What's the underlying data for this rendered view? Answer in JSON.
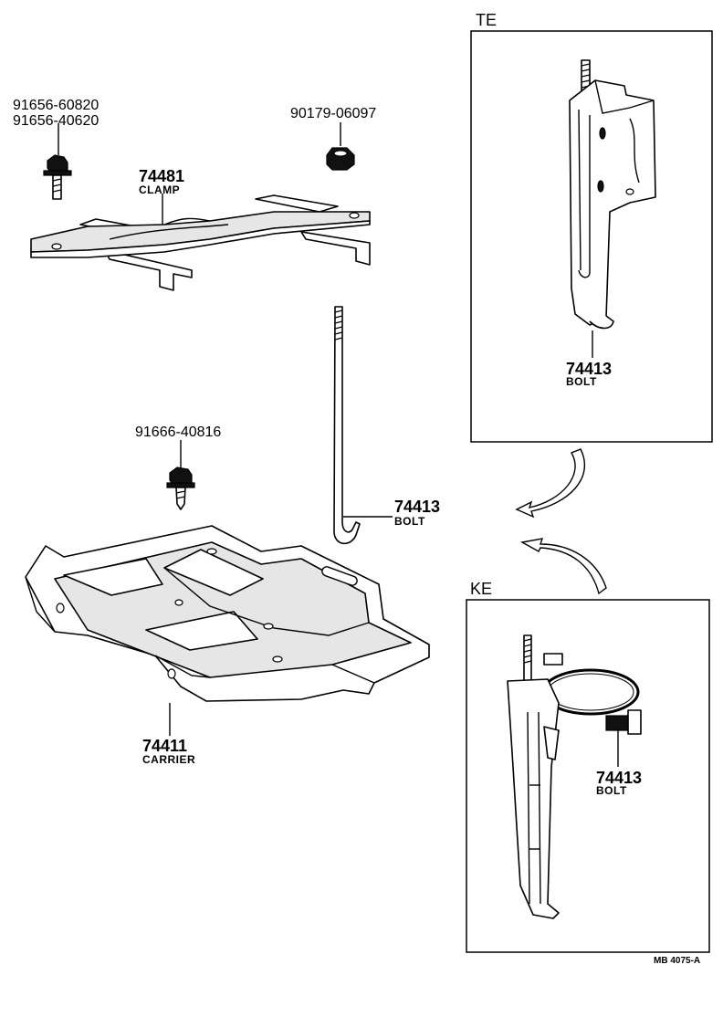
{
  "labels": {
    "screw_pair_line1": "91656-60820",
    "screw_pair_line2": "91656-40620",
    "nut_pn": "90179-06097",
    "clamp_number": "74481",
    "clamp_name": "CLAMP",
    "screw_single_pn": "91666-40816",
    "bolt_main_number": "74413",
    "bolt_main_name": "BOLT",
    "carrier_number": "74411",
    "carrier_name": "CARRIER"
  },
  "inset_te": {
    "title": "TE",
    "bolt_number": "74413",
    "bolt_name": "BOLT"
  },
  "inset_ke": {
    "title": "KE",
    "bolt_number": "74413",
    "bolt_name": "BOLT"
  },
  "footer": {
    "code": "MB 4075-A"
  }
}
